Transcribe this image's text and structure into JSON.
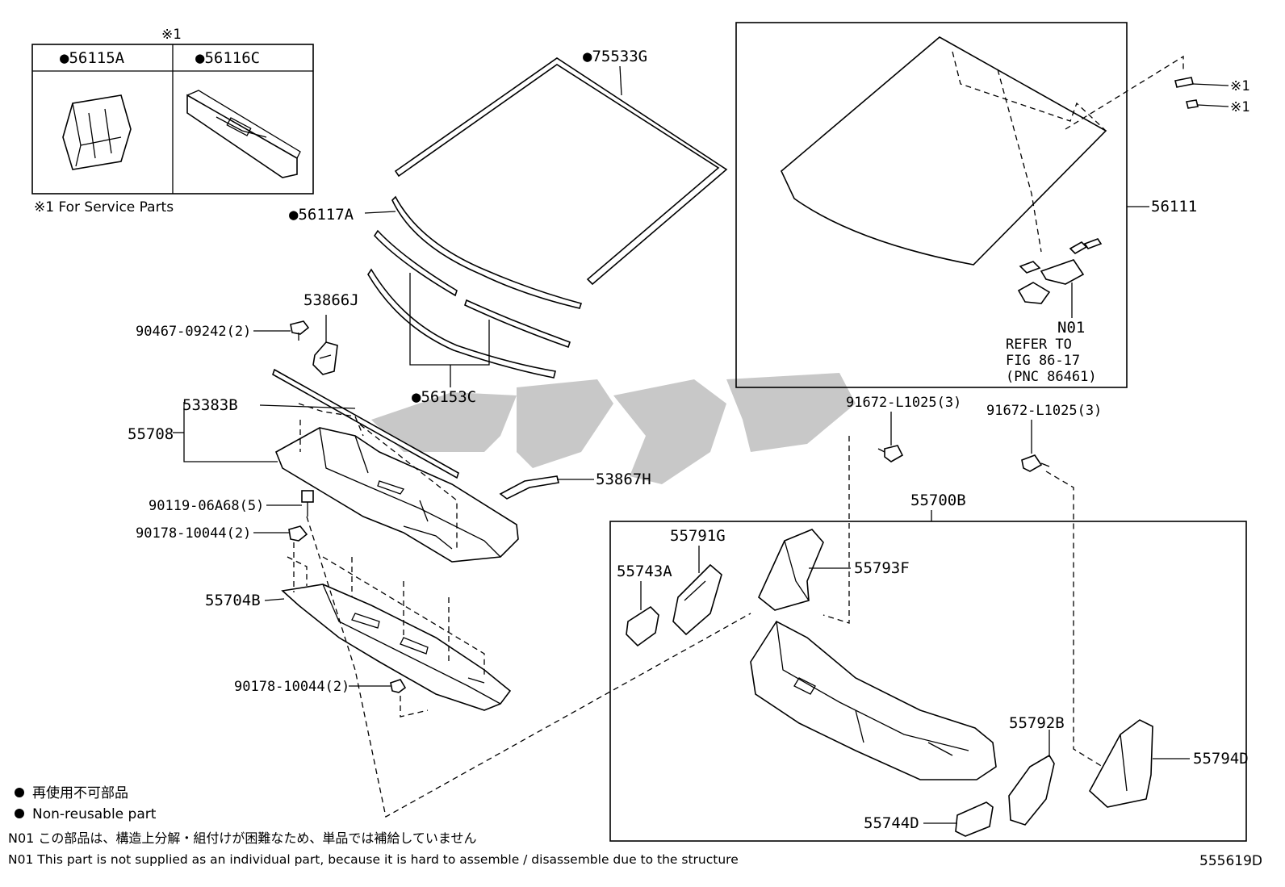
{
  "service_box": {
    "marker": "※1",
    "parts": [
      "●56115A",
      "●56116C"
    ],
    "footnote": "※1 For Service Parts"
  },
  "labels": {
    "p75533G": "●75533G",
    "p56117A": "●56117A",
    "p56153C": "●56153C",
    "p53866J": "53866J",
    "p90467": "90467-09242(2)",
    "p53383B": "53383B",
    "p55708": "55708",
    "p53867H": "53867H",
    "p90119": "90119-06A68(5)",
    "p90178a": "90178-10044(2)",
    "p55704B": "55704B",
    "p90178b": "90178-10044(2)",
    "p56111": "56111",
    "mark1a": "※1",
    "mark1b": "※1",
    "pN01": "N01",
    "refer1": "REFER TO",
    "refer2": "FIG 86-17",
    "refer3": "(PNC 86461)",
    "p91672a": "91672-L1025(3)",
    "p91672b": "91672-L1025(3)",
    "p55700B": "55700B",
    "p55791G": "55791G",
    "p55743A": "55743A",
    "p55793F": "55793F",
    "p55792B": "55792B",
    "p55794D": "55794D",
    "p55744D": "55744D"
  },
  "legend": {
    "jp": "再使用不可部品",
    "en": "Non-reusable part"
  },
  "notes": {
    "n01_jp": "N01 この部品は、構造上分解・組付けが困難なため、単品では補給していません",
    "n01_en": "N01 This part is not supplied as an individual part, because it is hard to assemble / disassemble due to the structure"
  },
  "figure_id": "555619D"
}
